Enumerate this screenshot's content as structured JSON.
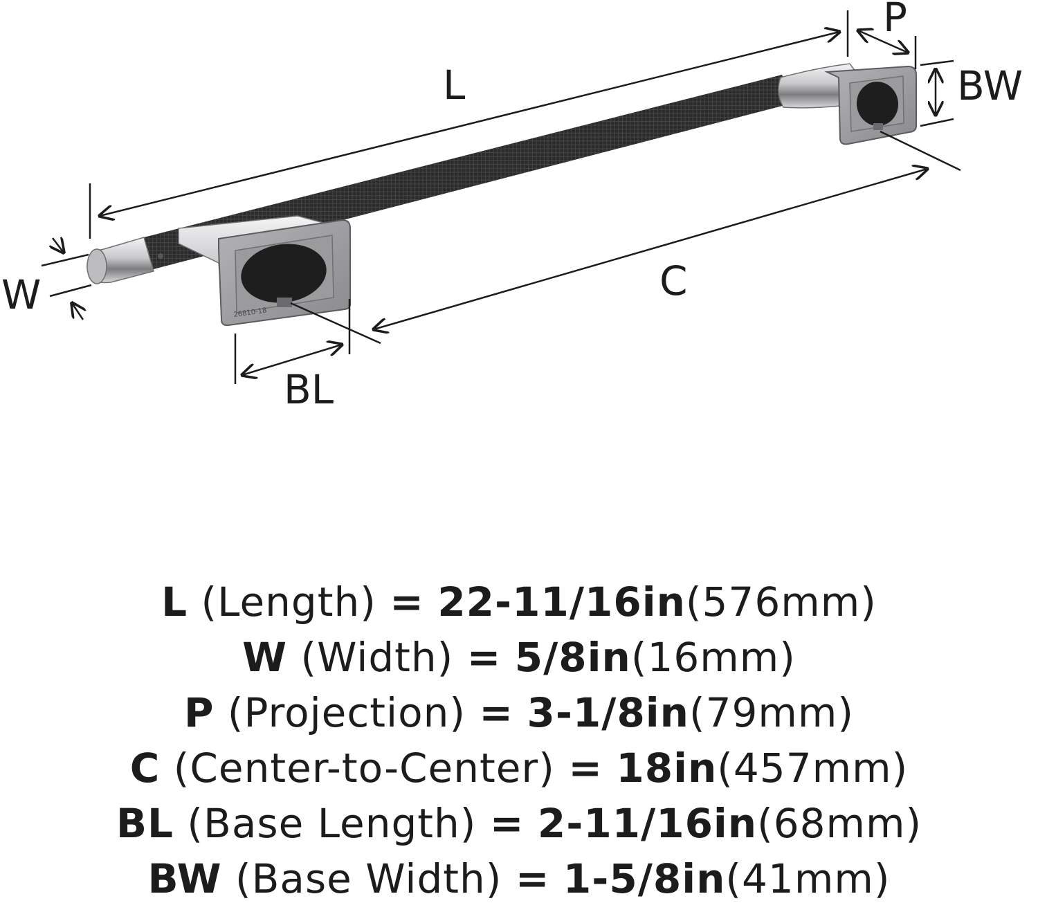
{
  "diagram": {
    "labels": {
      "L": "L",
      "P": "P",
      "BW": "BW",
      "W": "W",
      "C": "C",
      "BL": "BL"
    },
    "colors": {
      "bar": "#2b2b2b",
      "chrome": "#b9b9bc",
      "base": "#8f8f92",
      "line": "#1c1c1c"
    },
    "stamp_text": "26810-18"
  },
  "specs": [
    {
      "code": "L",
      "desc": "(Length)",
      "eq": "=",
      "value": "22-11/16in",
      "metric": "(576mm)"
    },
    {
      "code": "W",
      "desc": "(Width)",
      "eq": "=",
      "value": "5/8in",
      "metric": "(16mm)"
    },
    {
      "code": "P",
      "desc": "(Projection)",
      "eq": "=",
      "value": "3-1/8in",
      "metric": "(79mm)"
    },
    {
      "code": "C",
      "desc": "(Center-to-Center)",
      "eq": "=",
      "value": "18in",
      "metric": "(457mm)"
    },
    {
      "code": "BL",
      "desc": "(Base Length)",
      "eq": "=",
      "value": "2-11/16in",
      "metric": "(68mm)"
    },
    {
      "code": "BW",
      "desc": "(Base Width)",
      "eq": "=",
      "value": "1-5/8in",
      "metric": "(41mm)"
    }
  ]
}
